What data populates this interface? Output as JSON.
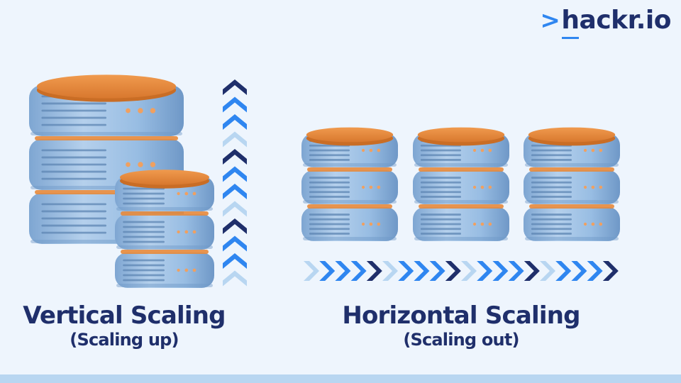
{
  "logo": {
    "prefix": ">",
    "first_letter": "h",
    "rest": "ackr.io"
  },
  "vertical": {
    "title": "Vertical Scaling",
    "subtitle": "(Scaling up)"
  },
  "horizontal": {
    "title": "Horizontal Scaling",
    "subtitle": "(Scaling out)"
  },
  "colors": {
    "server_body": "#8fb6de",
    "server_light": "#b9d3ef",
    "server_dark": "#6f98c7",
    "server_grille": "#5e86b3",
    "disk_top": "#e78a3b",
    "disk_edge": "#c96d25",
    "arrow_dark": "#1f2f6b",
    "arrow_mid": "#2f86f0",
    "arrow_light": "#b8d6f1",
    "background": "#eef5fd"
  }
}
